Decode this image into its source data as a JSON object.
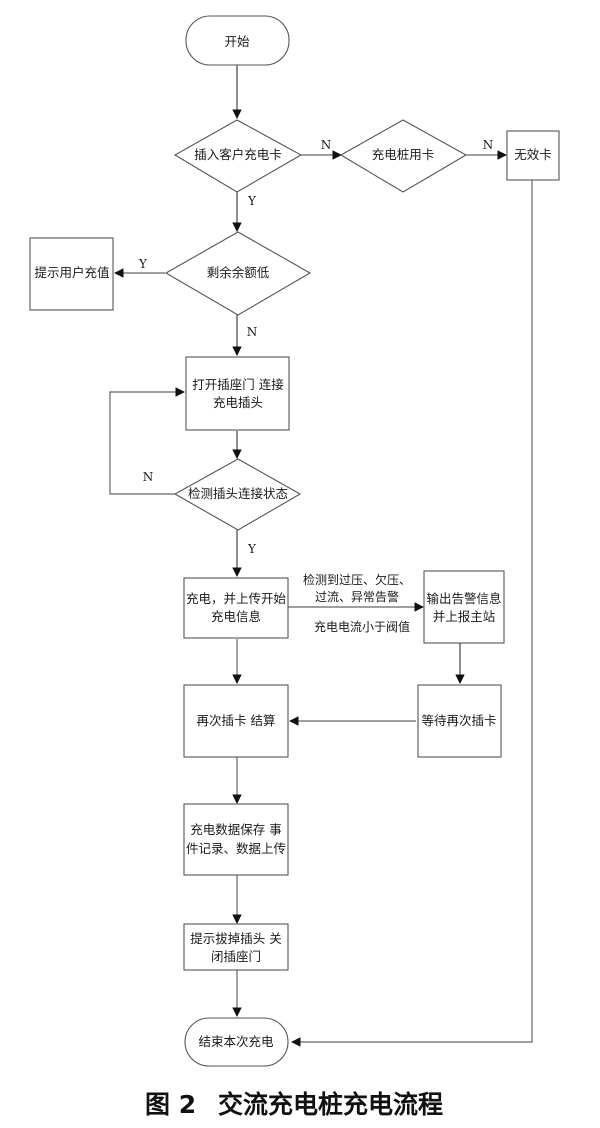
{
  "diagram": {
    "type": "flowchart",
    "nodes": {
      "start": "开始",
      "insert_card": "插入客户充电卡",
      "pile_card": "充电桩用卡",
      "invalid_card": "无效卡",
      "low_balance": "剩余余额低",
      "prompt_recharge": "提示用户充值",
      "open_door": [
        "打开插座门  连接",
        "充电插头"
      ],
      "detect_plug": "检测插头连接状态",
      "charge_upload": [
        "充电，并上传开始",
        "充电信息"
      ],
      "output_alarm": [
        "输出告警信息",
        "并上报主站"
      ],
      "reinsert_settle": "再次插卡  结算",
      "wait_reinsert": "等待再次插卡",
      "save_data": [
        "充电数据保存  事",
        "件记录、数据上传"
      ],
      "prompt_unplug": [
        "提示拔掉插头  关",
        "闭插座门"
      ],
      "end": "结束本次充电"
    },
    "edge_labels": {
      "insert_to_pile_n": "N",
      "pile_to_invalid_n": "N",
      "insert_to_balance_y": "Y",
      "balance_to_recharge_y": "Y",
      "balance_to_open_n": "N",
      "detect_loop_n": "N",
      "detect_to_charge_y": "Y",
      "alarm_condition": [
        "检测到过压、欠压、",
        "过流、异常告警"
      ],
      "current_condition": "充电电流小于阀值"
    }
  },
  "caption": {
    "figure_no": "图 2",
    "title": "交流充电桩充电流程"
  }
}
